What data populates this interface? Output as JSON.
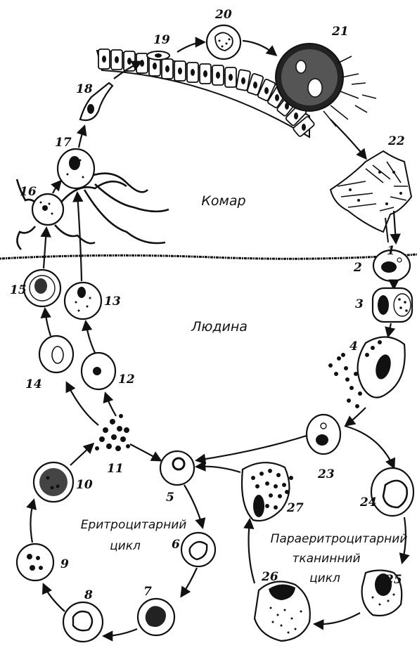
{
  "regions": {
    "mosquito": "Комар",
    "human": "Людина"
  },
  "cycles": {
    "erythrocytic_line1": "Еритроцитарний",
    "erythrocytic_line2": "цикл",
    "exo_line1": "Параеритроцитарний",
    "exo_line2": "тканинний",
    "exo_line3": "цикл"
  },
  "stages": [
    "1",
    "2",
    "3",
    "4",
    "5",
    "6",
    "7",
    "8",
    "9",
    "10",
    "11",
    "12",
    "13",
    "14",
    "15",
    "16",
    "17",
    "18",
    "19",
    "20",
    "21",
    "22",
    "23",
    "24",
    "25",
    "26",
    "27"
  ]
}
